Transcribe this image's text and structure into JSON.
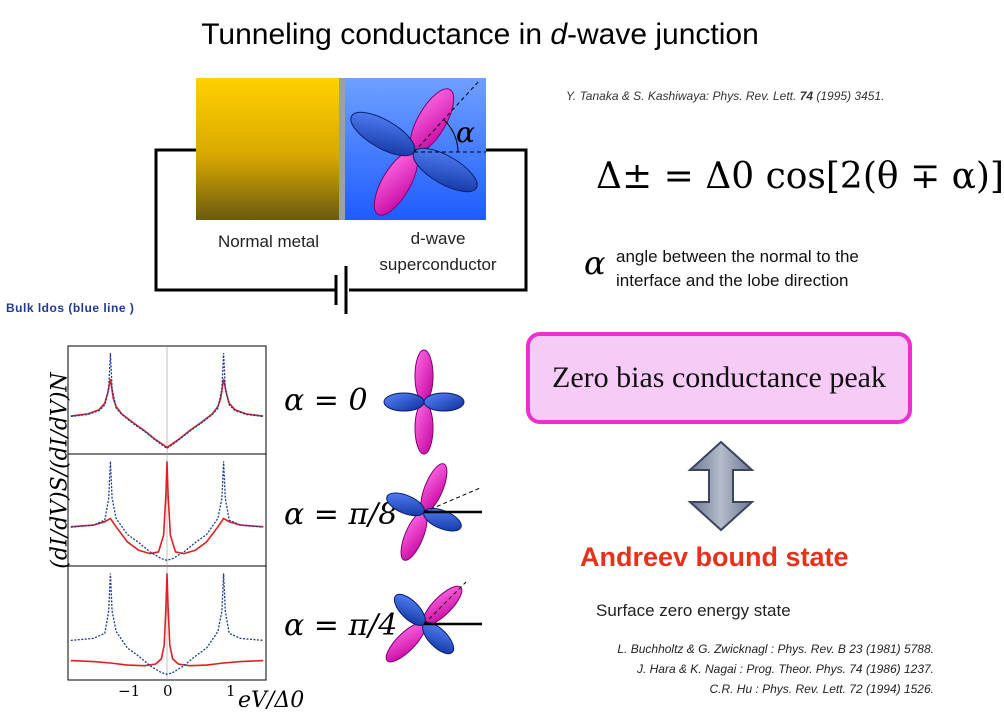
{
  "title": "Tunneling conductance in d-wave junction",
  "title_parts": [
    "Tunneling conductance in ",
    "d",
    "-wave junction"
  ],
  "reference_top": "Y. Tanaka & S. Kashiwaya: Phys. Rev. Lett. 74 (1995) 3451.",
  "reference_top_parts": [
    "Y. Tanaka & S. Kashiwaya: Phys. Rev. Lett. ",
    "74",
    " (1995) 3451."
  ],
  "junction": {
    "normal_label": "Normal metal",
    "dwave_label_1": "d-wave",
    "dwave_label_2": "superconductor",
    "alpha_symbol": "α"
  },
  "gap_formula": {
    "left": "Δ±",
    "eq": "= Δ0 cos[2(θ ∓ α)]"
  },
  "alpha_description": {
    "symbol": "α",
    "line1": "angle between the normal to the",
    "line2": "interface and the lobe direction"
  },
  "bulk_ldos_note": "Bulk ldos (blue line )",
  "alpha_labels": [
    "α = 0",
    "α = π/8",
    "α = π/4"
  ],
  "zbcp_label": "Zero bias conductance peak",
  "andreev_label": "Andreev bound state",
  "surface_label": "Surface zero energy state",
  "references": [
    "L. Buchholtz & G. Zwicknagl : Phys. Rev. B 23 (1981) 5788.",
    "J. Hara & K. Nagai : Prog. Theor. Phys. 74 (1986) 1237.",
    "C.R. Hu : Phys. Rev. Lett. 72 (1994) 1526."
  ],
  "colors": {
    "metal_gold": "#f3c400",
    "sc_blue": "#3a78ff",
    "lobe_magenta": "#ee2fcf",
    "lobe_blue": "#1a4fc8",
    "red_curve": "#e02020",
    "blue_curve": "#1a3a9a",
    "arrow_gray": "#8a96a8",
    "highlight_red": "#e8311b"
  },
  "chart_data": {
    "type": "line",
    "xlabel": "eV/Δ0",
    "ylabel": "(dI/dV)S/(dI/dV)N",
    "xlim": [
      -1.75,
      1.75
    ],
    "x_ticks": [
      "−1",
      "0",
      "1"
    ],
    "panels": [
      {
        "alpha": "0",
        "series": [
          {
            "name": "",
            "color": "red",
            "x": [
              -1.7,
              -1.4,
              -1.2,
              -1.1,
              -1.05,
              -1.0,
              -0.95,
              -0.9,
              -0.8,
              -0.6,
              -0.4,
              -0.2,
              0.0,
              0.2,
              0.4,
              0.6,
              0.8,
              0.9,
              0.95,
              1.0,
              1.05,
              1.1,
              1.2,
              1.4,
              1.7
            ],
            "y": [
              1.05,
              1.12,
              1.25,
              1.45,
              1.75,
              2.2,
              1.6,
              1.35,
              1.12,
              0.85,
              0.6,
              0.32,
              0.08,
              0.32,
              0.6,
              0.85,
              1.12,
              1.35,
              1.6,
              2.2,
              1.75,
              1.45,
              1.25,
              1.12,
              1.05
            ]
          },
          {
            "name": "",
            "color": "blue",
            "x": [
              -1.7,
              -1.4,
              -1.2,
              -1.1,
              -1.03,
              -1.0,
              -0.97,
              -0.9,
              -0.8,
              -0.6,
              -0.4,
              -0.2,
              0.0,
              0.2,
              0.4,
              0.6,
              0.8,
              0.9,
              0.97,
              1.0,
              1.03,
              1.1,
              1.2,
              1.4,
              1.7
            ],
            "y": [
              1.04,
              1.1,
              1.22,
              1.4,
              1.9,
              3.0,
              1.9,
              1.3,
              1.1,
              0.82,
              0.58,
              0.3,
              0.05,
              0.3,
              0.58,
              0.82,
              1.1,
              1.3,
              1.9,
              3.0,
              1.9,
              1.4,
              1.22,
              1.1,
              1.04
            ]
          }
        ]
      },
      {
        "alpha": "π/8",
        "series": [
          {
            "name": "",
            "color": "red",
            "x": [
              -1.7,
              -1.3,
              -1.1,
              -1.0,
              -0.9,
              -0.7,
              -0.5,
              -0.3,
              -0.15,
              -0.06,
              -0.02,
              0.0,
              0.02,
              0.06,
              0.15,
              0.3,
              0.5,
              0.7,
              0.9,
              1.0,
              1.1,
              1.3,
              1.7
            ],
            "y": [
              1.05,
              1.1,
              1.2,
              1.3,
              1.05,
              0.6,
              0.35,
              0.25,
              0.3,
              0.8,
              2.0,
              3.0,
              2.0,
              0.8,
              0.3,
              0.25,
              0.35,
              0.6,
              1.05,
              1.3,
              1.2,
              1.1,
              1.05
            ]
          },
          {
            "name": "",
            "color": "blue",
            "x": [
              -1.7,
              -1.3,
              -1.1,
              -1.03,
              -1.0,
              -0.97,
              -0.9,
              -0.7,
              -0.5,
              -0.3,
              -0.1,
              0.0,
              0.1,
              0.3,
              0.5,
              0.7,
              0.9,
              0.97,
              1.0,
              1.03,
              1.1,
              1.3,
              1.7
            ],
            "y": [
              1.04,
              1.1,
              1.25,
              1.9,
              3.0,
              1.9,
              1.3,
              0.82,
              0.58,
              0.3,
              0.1,
              0.05,
              0.1,
              0.3,
              0.58,
              0.82,
              1.3,
              1.9,
              3.0,
              1.9,
              1.25,
              1.1,
              1.04
            ]
          }
        ]
      },
      {
        "alpha": "π/4",
        "series": [
          {
            "name": "",
            "color": "red",
            "x": [
              -1.7,
              -1.3,
              -1.0,
              -0.7,
              -0.4,
              -0.2,
              -0.1,
              -0.05,
              -0.02,
              0.0,
              0.02,
              0.05,
              0.1,
              0.2,
              0.4,
              0.7,
              1.0,
              1.3,
              1.7
            ],
            "y": [
              0.45,
              0.42,
              0.38,
              0.32,
              0.3,
              0.35,
              0.5,
              0.9,
              2.0,
              3.0,
              2.0,
              0.9,
              0.5,
              0.35,
              0.3,
              0.32,
              0.38,
              0.42,
              0.45
            ]
          },
          {
            "name": "",
            "color": "blue",
            "x": [
              -1.7,
              -1.3,
              -1.1,
              -1.03,
              -1.0,
              -0.97,
              -0.9,
              -0.7,
              -0.5,
              -0.3,
              -0.1,
              0.0,
              0.1,
              0.3,
              0.5,
              0.7,
              0.9,
              0.97,
              1.0,
              1.03,
              1.1,
              1.3,
              1.7
            ],
            "y": [
              1.04,
              1.1,
              1.25,
              1.9,
              3.0,
              1.9,
              1.3,
              0.82,
              0.58,
              0.3,
              0.1,
              0.05,
              0.1,
              0.3,
              0.58,
              0.82,
              1.3,
              1.9,
              3.0,
              1.9,
              1.25,
              1.1,
              1.04
            ]
          }
        ]
      }
    ]
  }
}
